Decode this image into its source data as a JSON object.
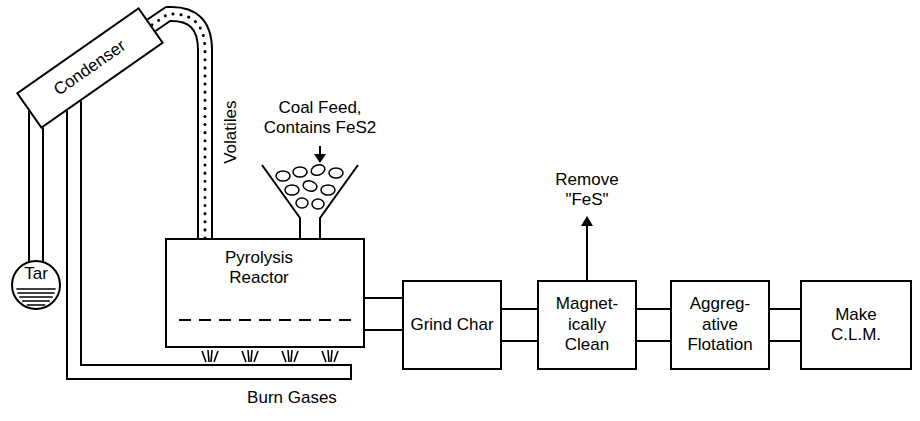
{
  "diagram": {
    "nodes": [
      {
        "text": [
          "Condenser"
        ]
      },
      {
        "text": [
          "Tar"
        ]
      },
      {
        "text": [
          "Pyrolysis Reactor"
        ]
      },
      {
        "text": [
          "Grind Char"
        ]
      },
      {
        "text": [
          "Magnet- ically Clean"
        ]
      },
      {
        "text": [
          "Aggreg- ative Flotation"
        ]
      },
      {
        "text": [
          "Make C.L.M."
        ]
      }
    ],
    "edges": [
      {
        "from": 2,
        "to": 0,
        "arrow": "none"
      },
      {
        "from": 0,
        "to": 1,
        "arrow": "none"
      },
      {
        "from": 2,
        "to": 3,
        "arrow": "none"
      },
      {
        "from": 3,
        "to": 4,
        "arrow": "none"
      },
      {
        "from": 4,
        "to": 5,
        "arrow": "none"
      },
      {
        "from": 5,
        "to": 6,
        "arrow": "none"
      }
    ],
    "labels": [
      "Volatiles",
      "Coal Feed, Contains FeS2",
      "Remove \"FeS\"",
      "Burn Gases"
    ]
  }
}
